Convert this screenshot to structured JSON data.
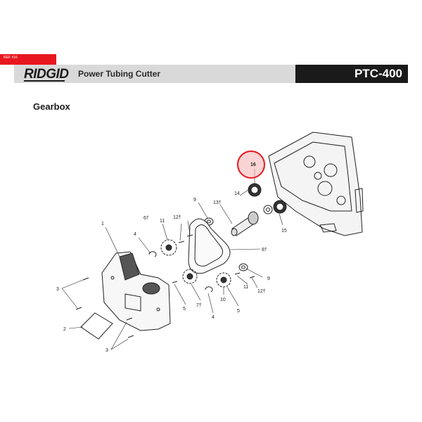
{
  "ref_tab": "REF #16",
  "header": {
    "brand": "RIDGID",
    "product": "Power Tubing Cutter",
    "model": "PTC-400"
  },
  "section_title": "Gearbox",
  "callouts": [
    "16",
    "14",
    "15",
    "13†",
    "9",
    "11",
    "12†",
    "6†",
    "4",
    "1",
    "8†",
    "9",
    "12†",
    "11",
    "7†",
    "10",
    "5",
    "5",
    "4",
    "3",
    "2",
    "3"
  ],
  "colors": {
    "accent": "#e8171f",
    "header_bar": "#d9d9d9",
    "model_bar": "#1a1a1a"
  }
}
